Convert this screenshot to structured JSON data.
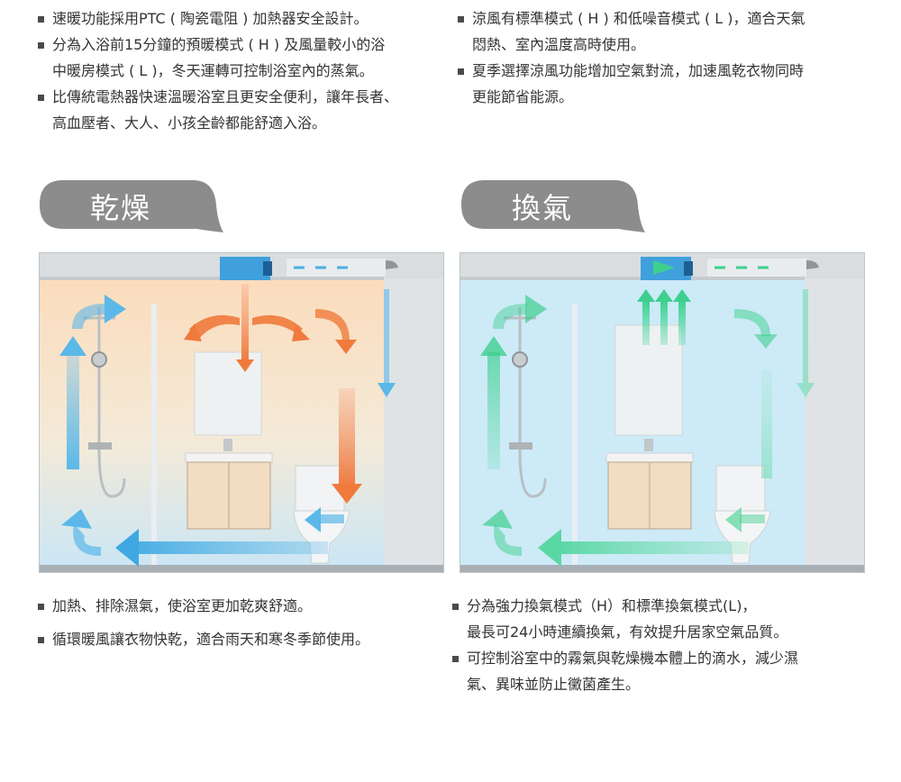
{
  "top_left": {
    "items": [
      "速暖功能採用PTC ( 陶瓷電阻 ) 加熱器安全設計。",
      "分為入浴前15分鐘的預暖模式 ( H ) 及風量較小的浴\n中暖房模式 ( L )，冬天運轉可控制浴室內的蒸氣。",
      "比傳統電熱器快速溫暖浴室且更安全便利，讓年長者、\n高血壓者、大人、小孩全齡都能舒適入浴。"
    ]
  },
  "top_right": {
    "items": [
      "涼風有標準模式 ( H ) 和低噪音模式 ( L )，適合天氣\n悶熱、室內溫度高時使用。",
      "夏季選擇涼風功能增加空氣對流，加速風乾衣物同時\n更能節省能源。"
    ]
  },
  "panels": {
    "drying": {
      "title": "乾燥",
      "colors": {
        "bg_top": "#fbe3c8",
        "bg_bottom": "#cfe9f7",
        "arrow_hot": "#f07a3c",
        "arrow_cool": "#5bb8e8"
      },
      "items": [
        "加熱、排除濕氣，使浴室更加乾爽舒適。",
        "循環暖風讓衣物快乾，適合雨天和寒冬季節使用。"
      ]
    },
    "ventilation": {
      "title": "換氣",
      "colors": {
        "bg": "#cfeaf6",
        "arrow_green": "#4fd9a0",
        "arrow_cool": "#5bb8e8"
      },
      "items": [
        "分為強力換氣模式（H）和標準換氣模式(L)，\n最長可24小時連續換氣，有效提升居家空氣品質。",
        "可控制浴室中的霧氣與乾燥機本體上的滴水，減少濕\n氣、異味並防止黴菌產生。"
      ]
    }
  }
}
